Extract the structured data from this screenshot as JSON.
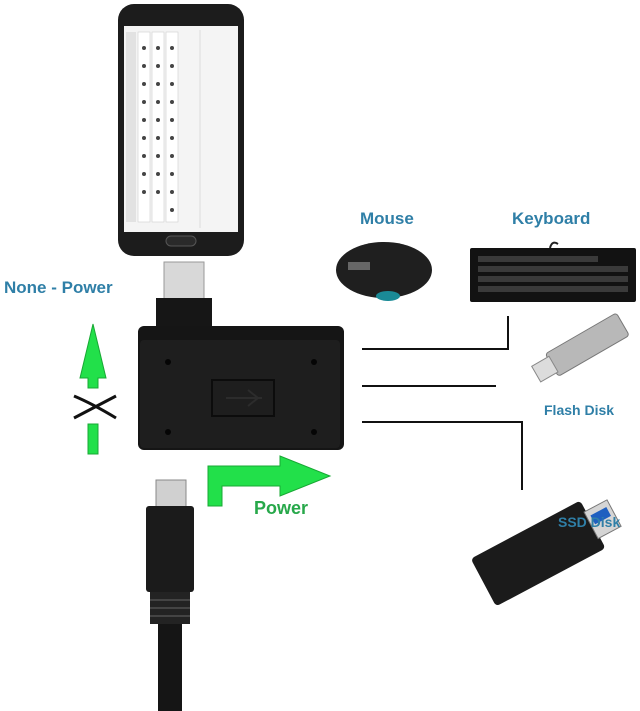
{
  "labels": {
    "none_power": "None - Power",
    "mouse": "Mouse",
    "keyboard": "Keyboard",
    "flash_disk": "Flash Disk",
    "ssd_disk": "SSD Disk",
    "power": "Power"
  },
  "colors": {
    "label_blue": "#2f7fa7",
    "arrow_green": "#22e04a",
    "power_text_green": "#27a84a",
    "device_black": "#1a1a1a"
  },
  "icons": {
    "blocked": "x-mark",
    "usb_port": "usb-symbol"
  }
}
